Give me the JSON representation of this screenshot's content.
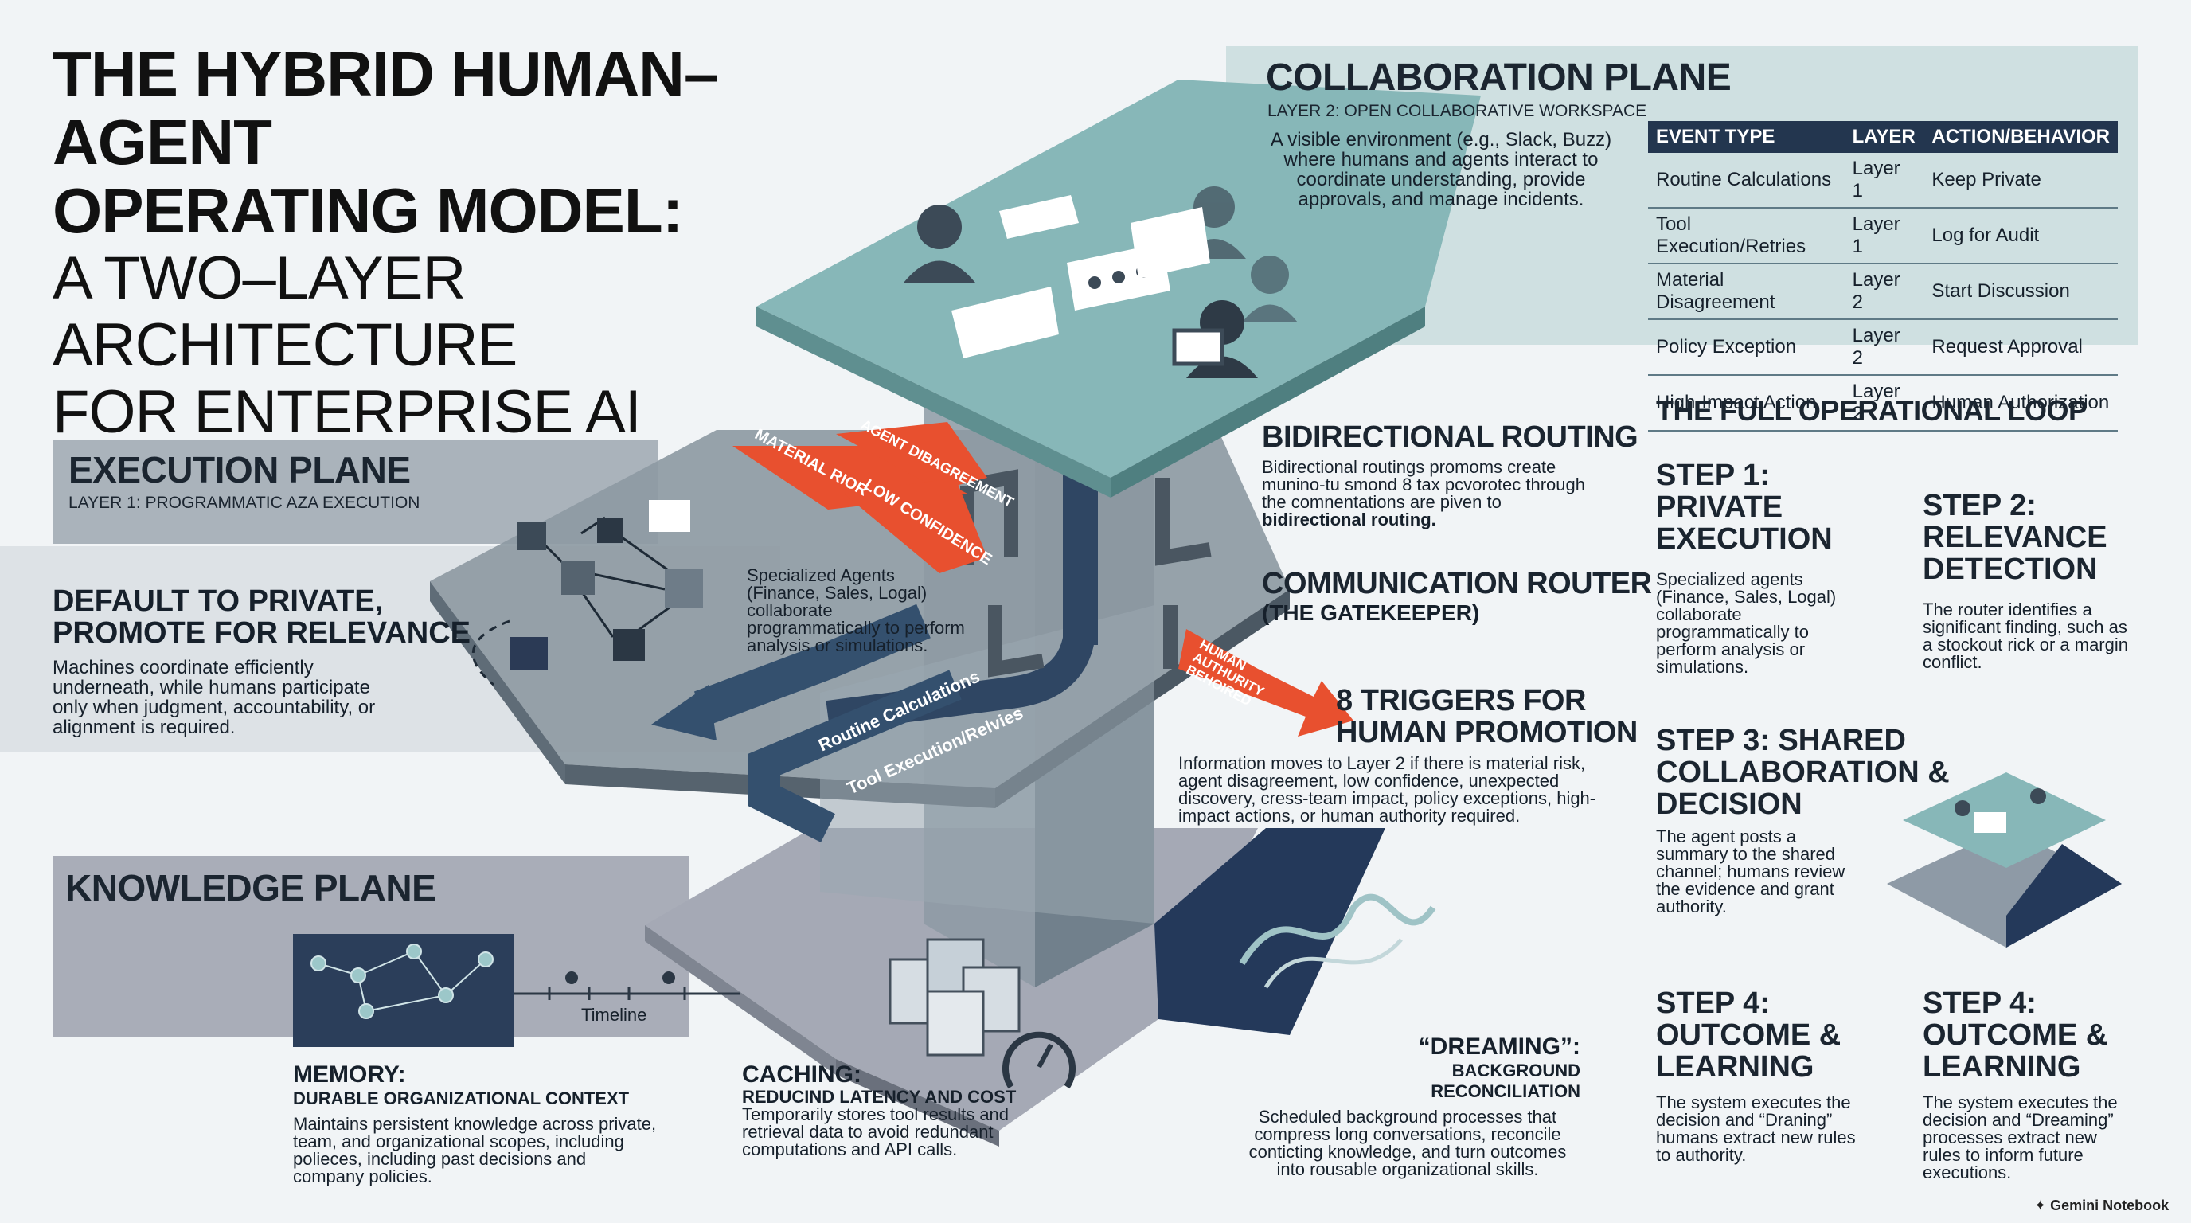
{
  "title": {
    "line1": "THE HYBRID HUMAN–AGENT",
    "line2": "OPERATING MODEL:",
    "line3": "A TWO–LAYER ARCHITECTURE",
    "line4": "FOR ENTERPRISE AI"
  },
  "collaboration": {
    "heading": "COLLABORATION PLANE",
    "subheading": "LAYER 2: OPEN COLLABORATIVE WORKSPACE",
    "body": "A visible environment (e.g., Slack, Buzz) where humans and agents interact to coordinate understanding, provide approvals, and manage incidents.",
    "table": {
      "headers": [
        "EVENT TYPE",
        "LAYER",
        "ACTION/BEHAVIOR"
      ],
      "rows": [
        [
          "Routine Calculations",
          "Layer 1",
          "Keep Private"
        ],
        [
          "Tool Execution/Retries",
          "Layer 1",
          "Log for Audit"
        ],
        [
          "Material Disagreement",
          "Layer 2",
          "Start Discussion"
        ],
        [
          "Policy Exception",
          "Layer 2",
          "Request Approval"
        ],
        [
          "High-Impact Action",
          "Layer 2",
          "Human Authorization"
        ]
      ]
    }
  },
  "execution": {
    "heading": "EXECUTION PLANE",
    "subheading": "LAYER 1: PROGRAMMATIC AZA EXECUTION",
    "principle_heading_1": "DEFAULT TO PRIVATE,",
    "principle_heading_2": "PROMOTE FOR RELEVANCE",
    "principle_body": "Machines coordinate efficiently underneath, while humans participate only when judgment, accountability, or alignment is required.",
    "agents_note": "Specialized Agents (Finance, Sales, Logal) collaborate programmatically to perform analysis or simulations."
  },
  "arrows": {
    "material_risk": "MATERIAL RIOR",
    "agent_disagreement": "AGENT DIBAGREEMENT",
    "low_confidence": "LOW CONFIDENCE",
    "human_authority": "HUMAN AUTHURITY BEHOIRED",
    "routine": "Routine Calculations",
    "tool": "Tool Execution/Relvies"
  },
  "routing": {
    "heading": "BIDIRECTIONAL ROUTING",
    "body_plain": "Bidirectional routings promoms create munino-tu smond 8 tax pcvorotec through the comnentations are piven to",
    "body_bold": "bidirectional routing."
  },
  "router": {
    "heading": "COMMUNICATION ROUTER",
    "subheading": "(THE GATEKEEPER)"
  },
  "triggers": {
    "heading_1": "8 TRIGGERS FOR",
    "heading_2": "HUMAN PROMOTION",
    "body": "Information moves to Layer 2 if there is material risk, agent disagreement, low confidence, unexpected discovery, cress-team impact, policy exceptions, high-impact actions, or human authority required."
  },
  "loop": {
    "heading": "THE FULL OPERATIONAL LOOP",
    "steps": [
      {
        "title": "STEP 1: PRIVATE EXECUTION",
        "body": "Specialized agents (Finance, Sales, Logal) collaborate programmatically to perform analysis or simulations."
      },
      {
        "title": "STEP 2: RELEVANCE DETECTION",
        "body": "The router identifies a significant finding, such as a stockout rick or a margin conflict."
      },
      {
        "title": "STEP 3: SHARED COLLABORATION & DECISION",
        "body": "The agent posts a summary to the shared channel; humans review the evidence and grant authority."
      },
      {
        "title": "STEP 4: OUTCOME & LEARNING",
        "body": "The system executes the decision and “Draning” humans extract new rules to authority."
      },
      {
        "title": "STEP 4: OUTCOME & LEARNING",
        "body": "The system executes the decision and “Dreaming” processes extract new rules to inform future executions."
      }
    ]
  },
  "knowledge": {
    "heading": "KNOWLEDGE PLANE",
    "timeline_label": "Timeline",
    "memory": {
      "title": "MEMORY:",
      "subtitle": "DURABLE ORGANIZATIONAL CONTEXT",
      "body": "Maintains persistent knowledge across private, team, and organizational scopes, including polieces, including past decisions and company policies."
    },
    "caching": {
      "title": "CACHING:",
      "subtitle": "REDUCIND LATENCY AND COST",
      "body": "Temporarily stores tool results and retrieval data to avoid redundant computations and API calls."
    },
    "dreaming": {
      "title": "“DREAMING”:",
      "subtitle_1": "BACKGROUND",
      "subtitle_2": "RECONCILIATION",
      "body": "Scheduled background processes that compress long conversations, reconcile conticting knowledge, and turn outcomes into rousable organizational skills."
    }
  },
  "footer": {
    "brand": "Gemini Notebook"
  },
  "colors": {
    "teal": "#8fbcbc",
    "slate": "#6f7f8f",
    "navy": "#27405f",
    "orange": "#e8502f",
    "band": "#a8b4bd"
  }
}
